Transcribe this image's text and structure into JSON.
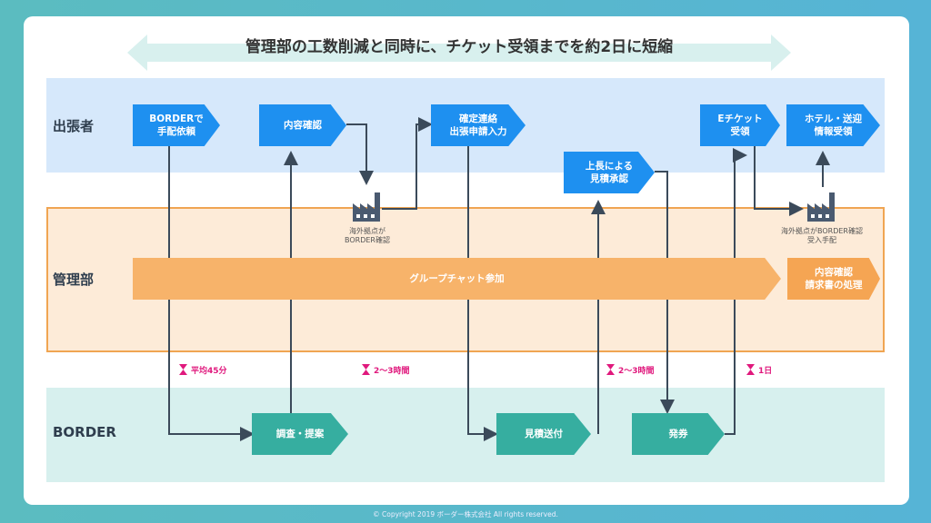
{
  "header": {
    "title": "管理部の工数削減と同時に、チケット受領までを約2日に短縮"
  },
  "lanes": {
    "traveler": "出張者",
    "admin": "管理部",
    "border": "BORDER"
  },
  "boxes": {
    "border_request": "BORDERで\n手配依頼",
    "content_check": "内容確認",
    "confirm_contact": "確定連絡\n出張申請入力",
    "boss_approval": "上長による\n見積承認",
    "eticket": "Eチケット\n受領",
    "hotel_info": "ホテル・送迎\n情報受領",
    "group_chat": "グループチャット参加",
    "invoice": "内容確認\n請求書の処理",
    "research": "調査・提案",
    "estimate_send": "見積送付",
    "ticketing": "発券"
  },
  "notes": {
    "overseas1": "海外拠点が\nBORDER確認",
    "overseas2": "海外拠点がBORDER確認\n受入手配"
  },
  "times": {
    "t1": "平均45分",
    "t2": "2〜3時間",
    "t3": "2〜3時間",
    "t4": "1日"
  },
  "footer": "© Copyright 2019 ボーダー株式会社 All rights reserved.",
  "colors": {
    "blue": "#1e90f0",
    "teal": "#36aea0",
    "orange": "#f5a553",
    "magenta": "#e0197d"
  }
}
